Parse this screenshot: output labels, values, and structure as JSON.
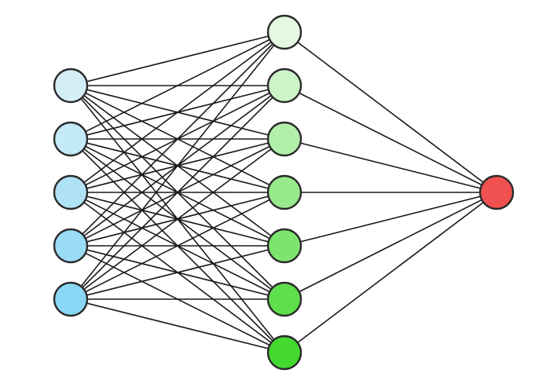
{
  "network": {
    "connectivity": "fully-connected",
    "layers": [
      {
        "name": "input",
        "node_count": 5,
        "colors": [
          "#d4eef8",
          "#c4e9f7",
          "#b0e2f6",
          "#9adcf5",
          "#8ad7f5"
        ]
      },
      {
        "name": "hidden",
        "node_count": 7,
        "colors": [
          "#e4f8e2",
          "#cdf4c8",
          "#b2efaa",
          "#97ea8c",
          "#7de56e",
          "#5edf4c",
          "#44da30"
        ]
      },
      {
        "name": "output",
        "node_count": 1,
        "colors": [
          "#f0504f"
        ]
      }
    ]
  }
}
